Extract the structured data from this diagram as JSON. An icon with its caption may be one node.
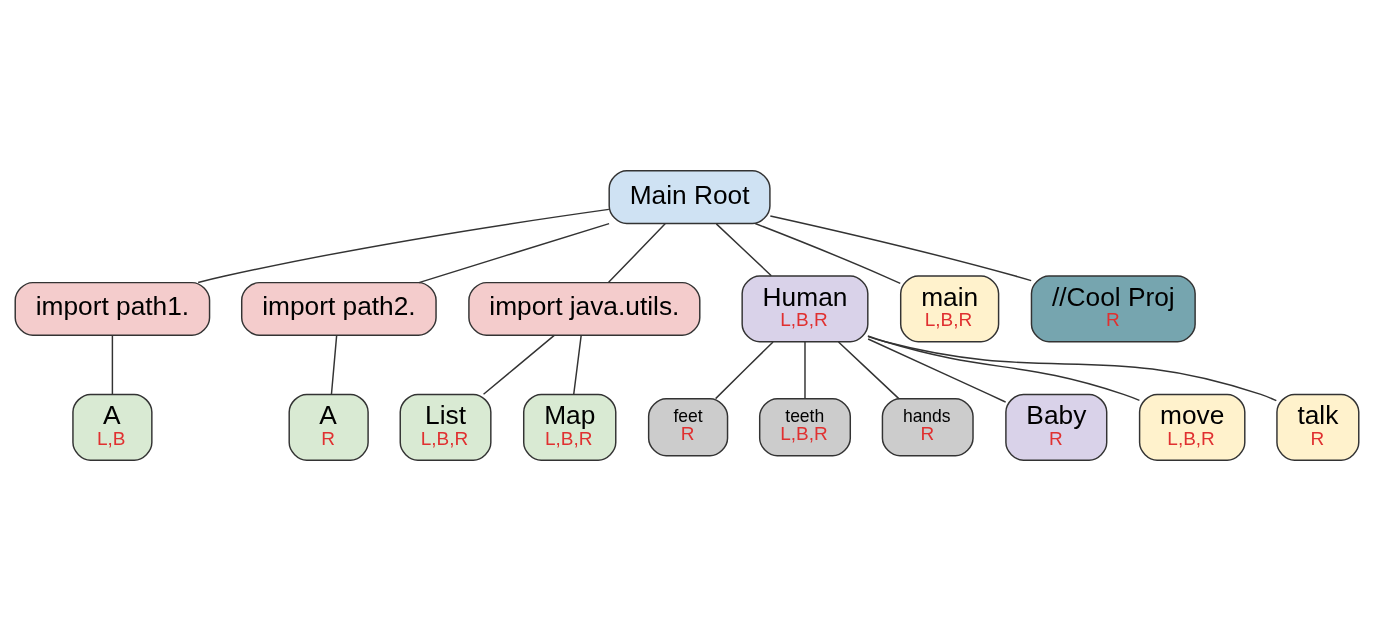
{
  "diagram": {
    "nodes": [
      {
        "text": [
          "Main Root"
        ]
      },
      {
        "text": [
          "import path1."
        ]
      },
      {
        "text": [
          "A",
          "L,B"
        ]
      },
      {
        "text": [
          "import path2."
        ]
      },
      {
        "text": [
          "A",
          "R"
        ]
      },
      {
        "text": [
          "import java.utils."
        ]
      },
      {
        "text": [
          "List",
          "L,B,R"
        ]
      },
      {
        "text": [
          "Map",
          "L,B,R"
        ]
      },
      {
        "text": [
          "Human",
          "L,B,R"
        ]
      },
      {
        "text": [
          "feet",
          "R"
        ]
      },
      {
        "text": [
          "teeth",
          "L,B,R"
        ]
      },
      {
        "text": [
          "hands",
          "R"
        ]
      },
      {
        "text": [
          "Baby",
          "R"
        ]
      },
      {
        "text": [
          "move",
          "L,B,R"
        ]
      },
      {
        "text": [
          "talk",
          "R"
        ]
      },
      {
        "text": [
          "main",
          "L,B,R"
        ]
      },
      {
        "text": [
          "//Cool Proj",
          "R"
        ]
      }
    ],
    "edges": [
      {
        "from": 0,
        "to": 1,
        "arrow": "none"
      },
      {
        "from": 0,
        "to": 3,
        "arrow": "none"
      },
      {
        "from": 0,
        "to": 5,
        "arrow": "none"
      },
      {
        "from": 0,
        "to": 8,
        "arrow": "none"
      },
      {
        "from": 0,
        "to": 15,
        "arrow": "none"
      },
      {
        "from": 0,
        "to": 16,
        "arrow": "none"
      },
      {
        "from": 1,
        "to": 2,
        "arrow": "none"
      },
      {
        "from": 3,
        "to": 4,
        "arrow": "none"
      },
      {
        "from": 5,
        "to": 6,
        "arrow": "none"
      },
      {
        "from": 5,
        "to": 7,
        "arrow": "none"
      },
      {
        "from": 8,
        "to": 9,
        "arrow": "none"
      },
      {
        "from": 8,
        "to": 10,
        "arrow": "none"
      },
      {
        "from": 8,
        "to": 11,
        "arrow": "none"
      },
      {
        "from": 8,
        "to": 12,
        "arrow": "none"
      },
      {
        "from": 8,
        "to": 13,
        "arrow": "none"
      },
      {
        "from": 8,
        "to": 14,
        "arrow": "none"
      }
    ]
  }
}
